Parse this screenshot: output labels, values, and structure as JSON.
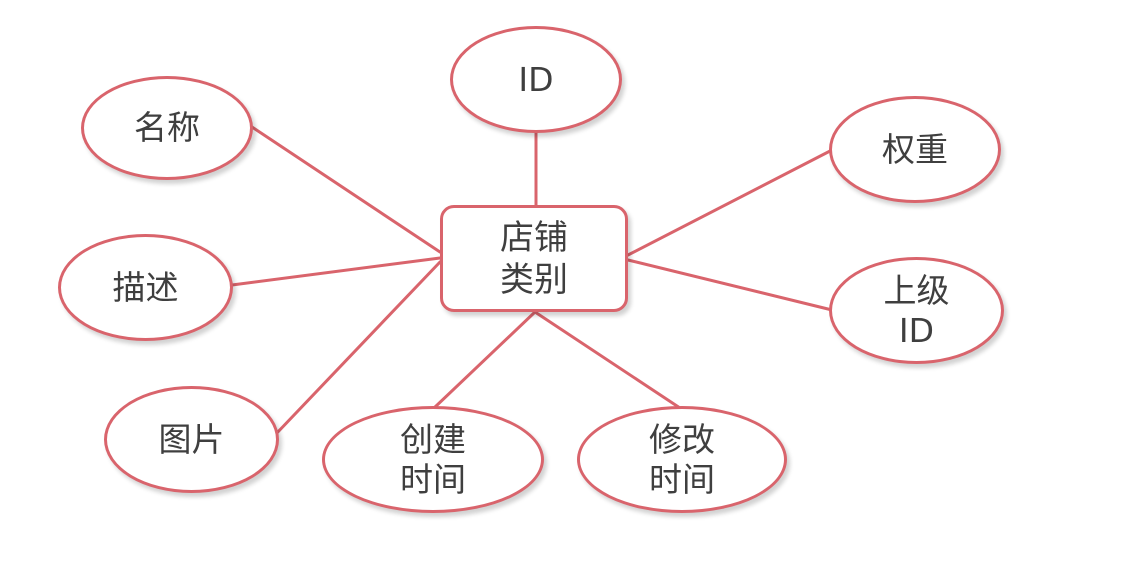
{
  "diagram": {
    "type": "entity-attribute (ER) diagram",
    "stroke_color": "#d9646c",
    "text_color": "#3f3f3f",
    "entity": {
      "id": "shop_category",
      "lines": [
        "店铺",
        "类别"
      ],
      "label": "店铺类别"
    },
    "attributes": [
      {
        "id": "id",
        "lines": [
          "ID"
        ]
      },
      {
        "id": "name",
        "lines": [
          "名称"
        ]
      },
      {
        "id": "description",
        "lines": [
          "描述"
        ]
      },
      {
        "id": "image",
        "lines": [
          "图片"
        ]
      },
      {
        "id": "create_time",
        "lines": [
          "创建",
          "时间"
        ]
      },
      {
        "id": "modify_time",
        "lines": [
          "修改",
          "时间"
        ]
      },
      {
        "id": "weight",
        "lines": [
          "权重"
        ]
      },
      {
        "id": "parent_id",
        "lines": [
          "上级",
          "ID"
        ]
      }
    ],
    "edges": [
      [
        "shop_category",
        "id"
      ],
      [
        "shop_category",
        "name"
      ],
      [
        "shop_category",
        "description"
      ],
      [
        "shop_category",
        "image"
      ],
      [
        "shop_category",
        "create_time"
      ],
      [
        "shop_category",
        "modify_time"
      ],
      [
        "shop_category",
        "weight"
      ],
      [
        "shop_category",
        "parent_id"
      ]
    ]
  }
}
